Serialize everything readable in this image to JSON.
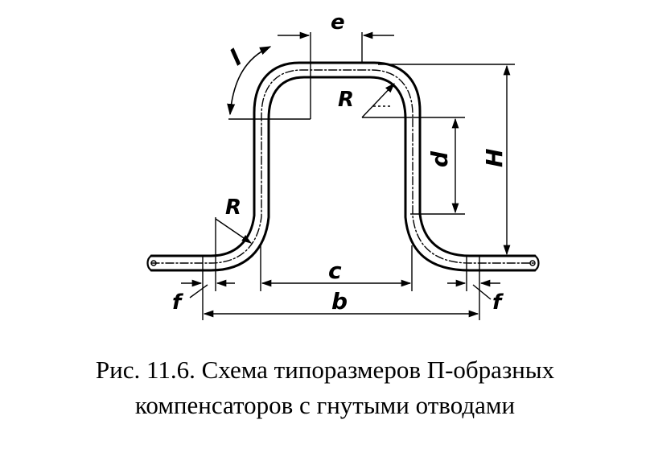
{
  "diagram": {
    "labels": {
      "e": "e",
      "l": "l",
      "R_top": "R",
      "R_bottom": "R",
      "d": "d",
      "H": "H",
      "c": "c",
      "b": "b",
      "f_left": "f",
      "f_right": "f"
    }
  },
  "caption": {
    "line1": "Рис. 11.6. Схема типоразмеров П-образных",
    "line2": "компенсаторов с гнутыми отводами"
  }
}
